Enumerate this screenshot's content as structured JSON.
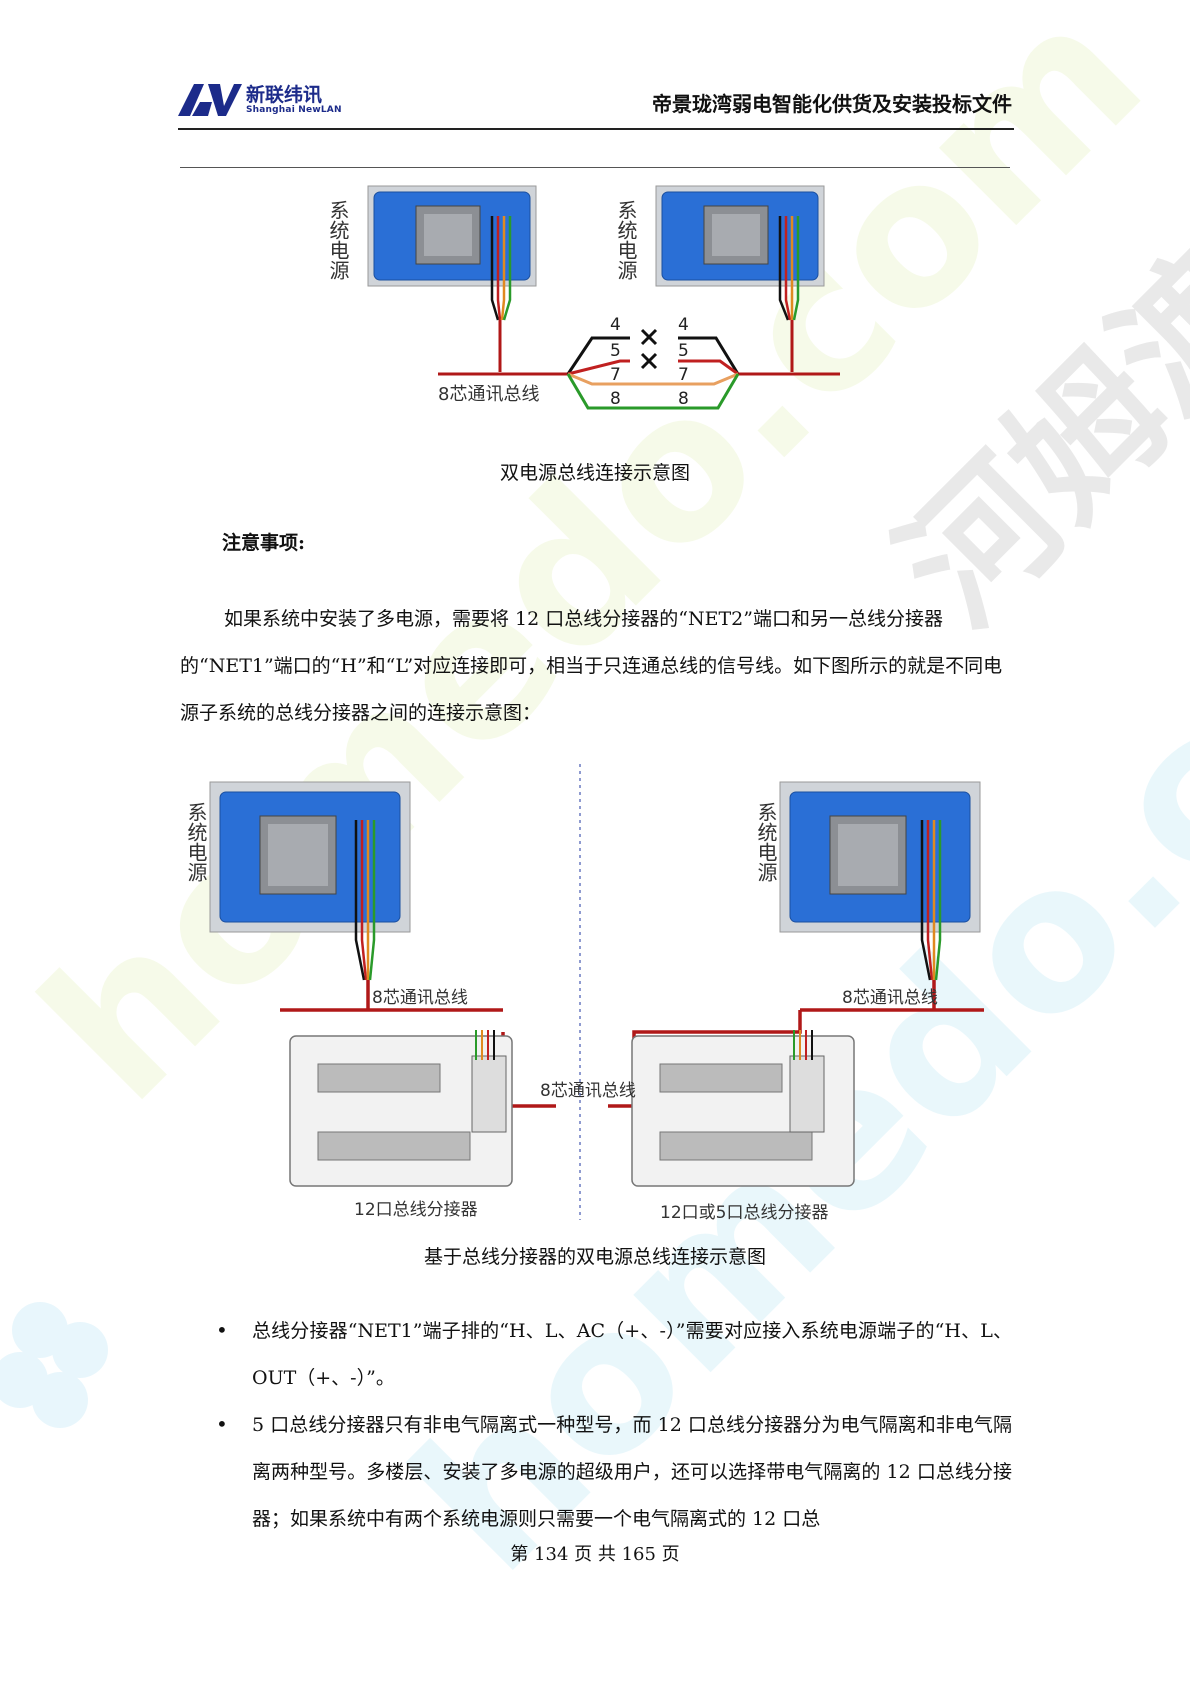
{
  "header": {
    "logo_cn": "新联纬讯",
    "logo_en": "Shanghai NewLAN",
    "doc_title": "帝景珑湾弱电智能化供货及安装投标文件"
  },
  "figure1": {
    "power_label": "系统电源",
    "bus_label": "8芯通讯总线",
    "wire_numbers": [
      "4",
      "5",
      "7",
      "8"
    ],
    "caption": "双电源总线连接示意图"
  },
  "notes_heading": "注意事项:",
  "paragraph1": "如果系统中安装了多电源，需要将 12 口总线分接器的“NET2”端口和另一总线分接器的“NET1”端口的“H”和“L”对应连接即可，相当于只连通总线的信号线。如下图所示的就是不同电源子系统的总线分接器之间的连接示意图：",
  "figure2": {
    "power_label": "系统电源",
    "bus_label": "8芯通讯总线",
    "left_splitter": "12口总线分接器",
    "right_splitter": "12口或5口总线分接器",
    "caption": "基于总线分接器的双电源总线连接示意图"
  },
  "bullets": [
    "总线分接器“NET1”端子排的“H、L、AC（+、-）”需要对应接入系统电源端子的“H、L、OUT（+、-）”。",
    "5 口总线分接器只有非电气隔离式一种型号，而 12 口总线分接器分为电气隔离和非电气隔离两种型号。多楼层、安装了多电源的超级用户，还可以选择带电气隔离的 12 口总线分接器；如果系统中有两个系统电源则只需要一个电气隔离式的 12 口总"
  ],
  "footer": "第 134 页 共 165 页",
  "watermark": "homedo.com",
  "watermark_cn": "河姆渡",
  "colors": {
    "brand": "#1c2b8a",
    "bus_red": "#b01818",
    "panel_blue": "#2a6fd6"
  }
}
